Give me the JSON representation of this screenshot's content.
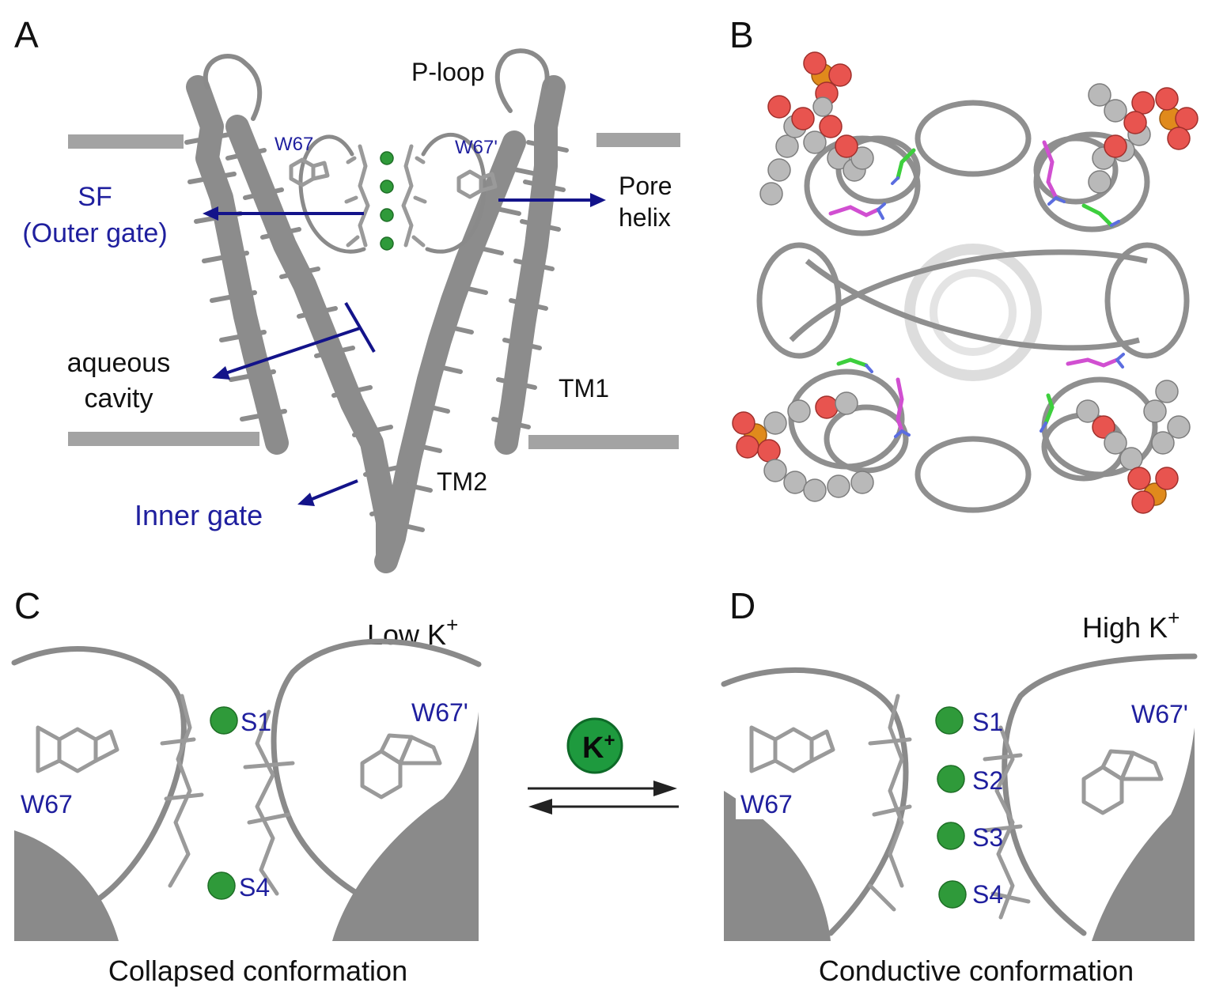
{
  "panels": {
    "A": {
      "letter": "A",
      "labels": {
        "p_loop": "P-loop",
        "w67": "W67",
        "w67_prime": "W67'",
        "sf_line1": "SF",
        "sf_line2": "(Outer gate)",
        "pore_line1": "Pore",
        "pore_line2": "helix",
        "aqueous_line1": "aqueous",
        "aqueous_line2": "cavity",
        "tm1": "TM1",
        "tm2": "TM2",
        "inner_gate": "Inner gate"
      }
    },
    "B": {
      "letter": "B"
    },
    "C": {
      "letter": "C",
      "condition": "Low K",
      "condition_sup": "+",
      "sites": [
        "S1",
        "S4"
      ],
      "w67": "W67",
      "w67_prime": "W67'",
      "caption": "Collapsed conformation"
    },
    "D": {
      "letter": "D",
      "condition": "High K",
      "condition_sup": "+",
      "sites": [
        "S1",
        "S2",
        "S3",
        "S4"
      ],
      "w67": "W67",
      "w67_prime": "W67'",
      "caption": "Conductive conformation"
    }
  },
  "equilibrium": {
    "ion_label": "K",
    "ion_sup": "+"
  },
  "colors": {
    "protein": "#8c8c8c",
    "ion": "#2f9a3a",
    "label_blue": "#1f1f9e",
    "oxygen": "#e8544f",
    "phosphorus": "#e08a1c",
    "residue_magenta": "#d14fd1",
    "residue_green": "#3dcf3d"
  }
}
